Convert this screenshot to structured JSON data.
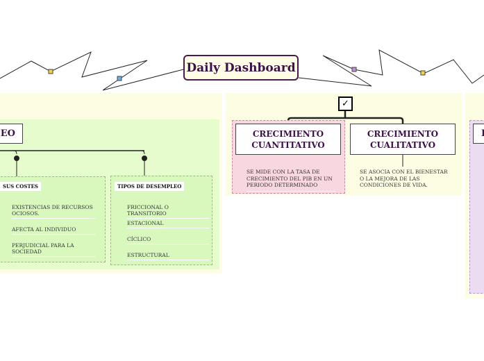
{
  "title": "Daily Dashboard",
  "left_cluster": {
    "main_node": "EO",
    "branch1": {
      "label": "SUS COSTES",
      "items": [
        "EXISTENCIAS DE RECURSOS OCIOSOS.",
        "AFECTA AL INDIVIDUO",
        "PERJUDICIAL PARA LA SOCIEDAD"
      ]
    },
    "branch2": {
      "label": "TIPOS DE DESEMPLEO",
      "items": [
        "FRICCIONAL O TRANSITORIO",
        "ESTACIONAL",
        "CÍCLICO",
        "ESTRUCTURAL"
      ]
    }
  },
  "center_cluster": {
    "check_glyph": "✓",
    "node1": {
      "title": "CRECIMIENTO CUANTITATIVO",
      "desc": "SE MIDE CON LA TASA DE CRECIMIENTO DEL PIB EN UN PERIODO DETERMINADO"
    },
    "node2": {
      "title": "CRECIMIENTO CUALITATIVO",
      "desc": "SE ASOCIA CON EL BIENESTAR O LA MEJORA DE LAS CONDICIONES DE VIDA."
    }
  },
  "right_cluster": {
    "main_node": "I"
  },
  "colors": {
    "title_border": "#4a1a4a",
    "title_text": "#3b1147",
    "panel_yellow": "#fdfde3",
    "panel_green": "#e6fccc",
    "pink": "#f9d7e0",
    "purple": "#ecdcf2"
  }
}
